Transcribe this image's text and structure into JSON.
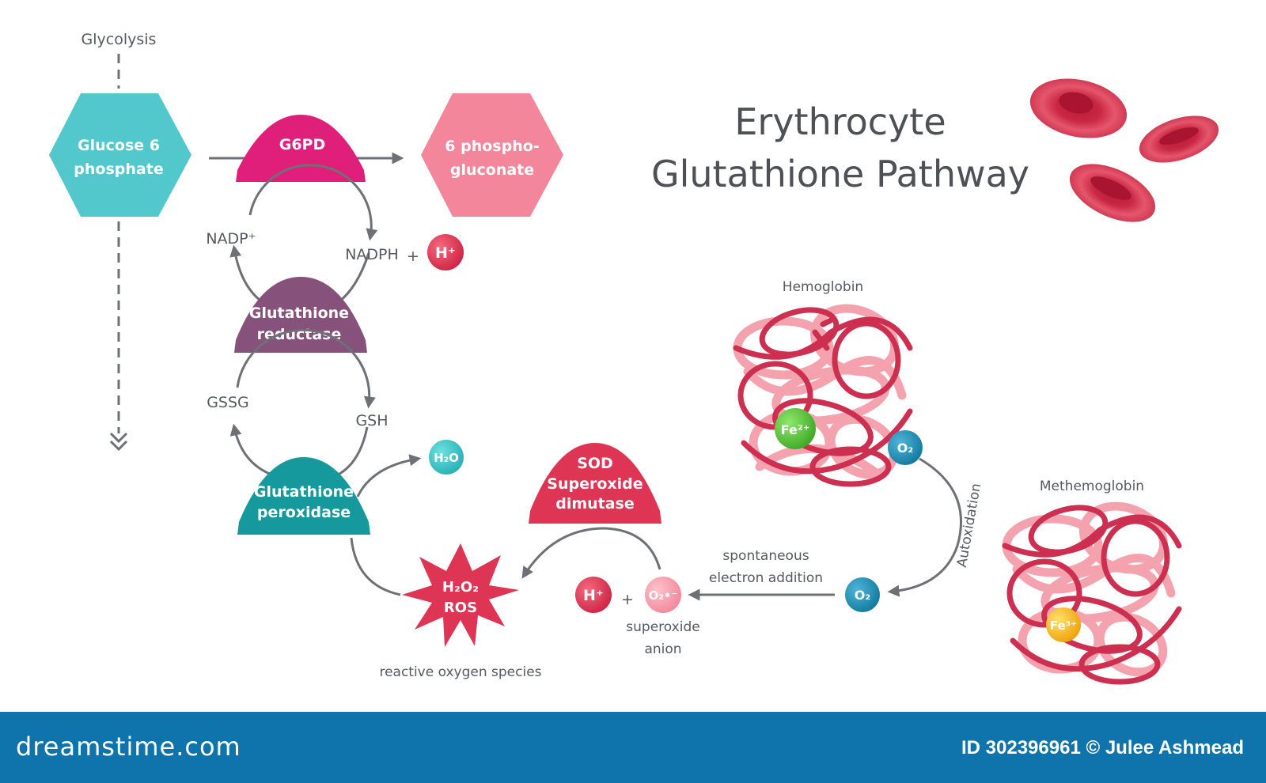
{
  "title": {
    "line1": "Erythrocyte",
    "line2": "Glutathione Pathway"
  },
  "nodes": {
    "glycolysis": "Glycolysis",
    "glucose6p": {
      "line1": "Glucose 6",
      "line2": "phosphate"
    },
    "g6pd": "G6PD",
    "phosphogluconate": {
      "line1": "6 phospho-",
      "line2": "gluconate"
    },
    "nadp": "NADP⁺",
    "nadph": "NADPH",
    "plus1": "+",
    "h_plus": "H⁺",
    "gr": {
      "line1": "Glutathione",
      "line2": "reductase"
    },
    "gssg": "GSSG",
    "gsh": "GSH",
    "gpx": {
      "line1": "Glutathione",
      "line2": "peroxidase"
    },
    "h2o": "H₂O",
    "ros": {
      "line1": "H₂O₂",
      "line2": "ROS"
    },
    "ros_caption": "reactive oxygen species",
    "sod": {
      "line1": "SOD",
      "line2": "Superoxide",
      "line3": "dimutase"
    },
    "h_plus2": "H⁺",
    "plus2": "+",
    "superoxide_symbol": "O₂•⁻",
    "superoxide_caption": {
      "line1": "superoxide",
      "line2": "anion"
    },
    "spontaneous": {
      "line1": "spontaneous",
      "line2": "electron addition"
    },
    "o2_bottom": "O₂",
    "o2_hb": "O₂",
    "autoxidation": "Autoxidation",
    "hemoglobin": "Hemoglobin",
    "fe2": "Fe²⁺",
    "methemoglobin": "Methemoglobin",
    "fe3": "Fe³⁺"
  },
  "colors": {
    "teal_light": "#52c8cc",
    "magenta": "#e01f7a",
    "pink": "#f4869b",
    "purple": "#86527c",
    "teal_dark": "#16999c",
    "red": "#de3555",
    "green": "#5bc83c",
    "yellow": "#f4b80f",
    "blue": "#1b8fb6",
    "arrow": "#6d7176",
    "footer": "#0f74ac"
  },
  "footer": {
    "logo": "dreamstime.com",
    "credit": "ID 302396961 © Julee Ashmead"
  }
}
